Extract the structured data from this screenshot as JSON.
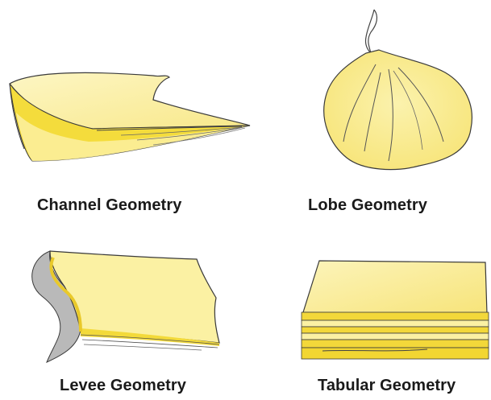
{
  "figure": {
    "panels": [
      {
        "id": "channel",
        "caption": "Channel Geometry"
      },
      {
        "id": "lobe",
        "caption": "Lobe Geometry"
      },
      {
        "id": "levee",
        "caption": "Levee Geometry"
      },
      {
        "id": "tabular",
        "caption": "Tabular Geometry"
      }
    ]
  },
  "colors": {
    "fill_light": "#fbf1a3",
    "fill_mid": "#f7e46a",
    "fill_bright": "#f2d72a",
    "outline": "#3a3a3a",
    "levee_gray": "#b9b9b9"
  }
}
